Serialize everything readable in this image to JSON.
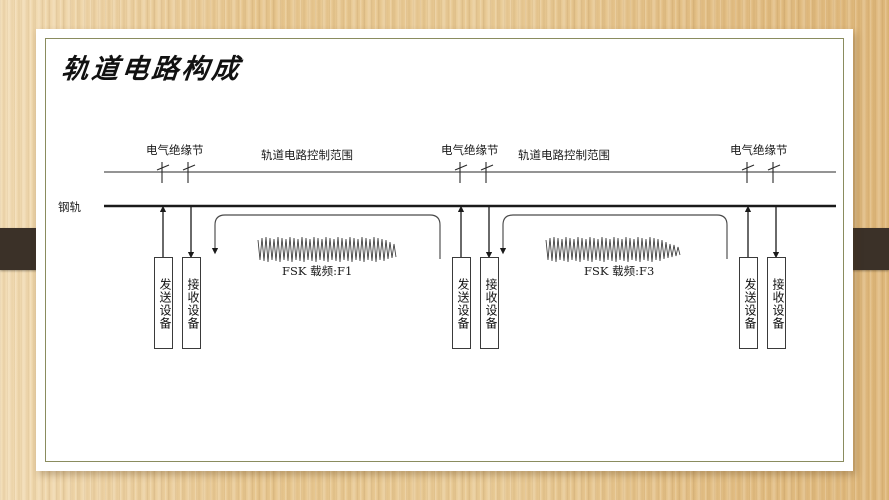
{
  "slide": {
    "title": "轨道电路构成",
    "frame_color": "#8a8c5e",
    "card_color": "#ffffff",
    "background_color": "#e7c68e",
    "side_tab_color": "#3b3128"
  },
  "diagram": {
    "rail_label": "钢轨",
    "insulation_joint_label": "电气绝缘节",
    "control_range_label": "轨道电路控制范围",
    "transmit_label": "发送设备",
    "receive_label": "接收设备",
    "insulation_joints": [
      {
        "id": "ins-1",
        "label": "电气绝缘节"
      },
      {
        "id": "ins-2",
        "label": "电气绝缘节"
      },
      {
        "id": "ins-3",
        "label": "电气绝缘节"
      }
    ],
    "control_ranges": [
      {
        "id": "range-1",
        "label": "轨道电路控制范围"
      },
      {
        "id": "range-2",
        "label": "轨道电路控制范围"
      }
    ],
    "sections": [
      {
        "id": "section-1",
        "fsk_label": "FSK 载频:F1",
        "carrier": "F1",
        "transmit_label": "发送设备",
        "receive_label": "接收设备"
      },
      {
        "id": "section-2",
        "fsk_label": "FSK 载频:F3",
        "carrier": "F3",
        "transmit_label": "发送设备",
        "receive_label": "接收设备"
      }
    ],
    "equipment_groups": [
      {
        "id": "grp-1",
        "transmit": "发送设备",
        "receive": "接收设备"
      },
      {
        "id": "grp-2",
        "transmit": "发送设备",
        "receive": "接收设备"
      },
      {
        "id": "grp-3",
        "transmit": "发送设备",
        "receive": "接收设备"
      }
    ]
  }
}
